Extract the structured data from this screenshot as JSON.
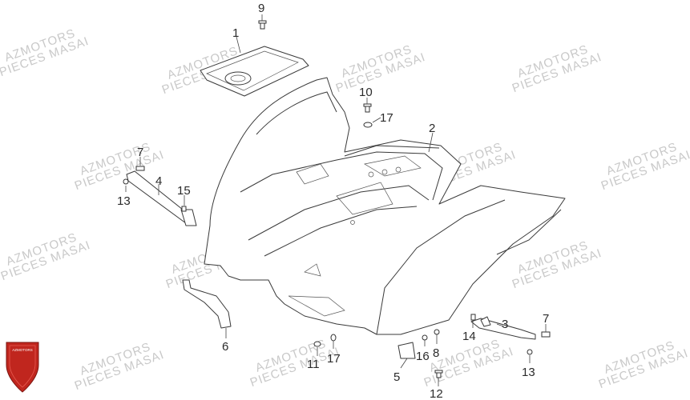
{
  "watermark": {
    "line1": "AZMOTORS",
    "line2": "PIECES MASAI"
  },
  "logo": {
    "text": "AZMOTORS",
    "color": "#c0261e"
  },
  "callouts": {
    "c1": "1",
    "c2": "2",
    "c3": "3",
    "c4": "4",
    "c5": "5",
    "c6": "6",
    "c7a": "7",
    "c7b": "7",
    "c8": "8",
    "c9": "9",
    "c10": "10",
    "c11": "11",
    "c12": "12",
    "c13a": "13",
    "c13b": "13",
    "c14": "14",
    "c15": "15",
    "c16": "16",
    "c17a": "17",
    "c17b": "17"
  }
}
